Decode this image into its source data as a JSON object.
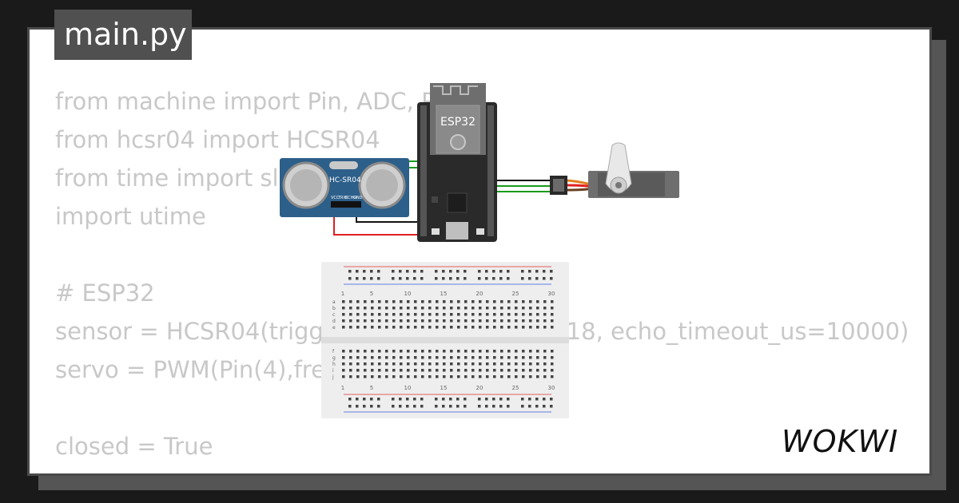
{
  "editor": {
    "filename": "main.py",
    "code_lines": [
      "from machine import Pin, ADC, PWM",
      "from hcsr04 import HCSR04",
      "from time import sleep",
      "import utime",
      "",
      "# ESP32",
      "sensor = HCSR04(trigger_pin=5, echo_pin=18, echo_timeout_us=10000)",
      "servo = PWM(Pin(4),freq=50)",
      "",
      "closed = True"
    ]
  },
  "components": {
    "esp32": {
      "label": "ESP32"
    },
    "sensor": {
      "label": "HC-SR04",
      "pins": [
        "VCC",
        "TRIG",
        "ECHO",
        "GND"
      ]
    },
    "servo": {
      "icon": "servo-motor-icon"
    },
    "breadboard": {
      "column_labels": [
        "1",
        "5",
        "10",
        "15",
        "20",
        "25",
        "30"
      ],
      "row_labels_top": [
        "a",
        "b",
        "c",
        "d",
        "e"
      ],
      "row_labels_bottom": [
        "f",
        "g",
        "h",
        "i",
        "j"
      ]
    }
  },
  "brand": {
    "logo_text": "WOKWI"
  },
  "colors": {
    "wire_green": "#1a9a1a",
    "wire_red": "#e02020",
    "wire_black": "#111111",
    "board_black": "#2a2a2a",
    "sensor_blue": "#2c5f8a"
  }
}
